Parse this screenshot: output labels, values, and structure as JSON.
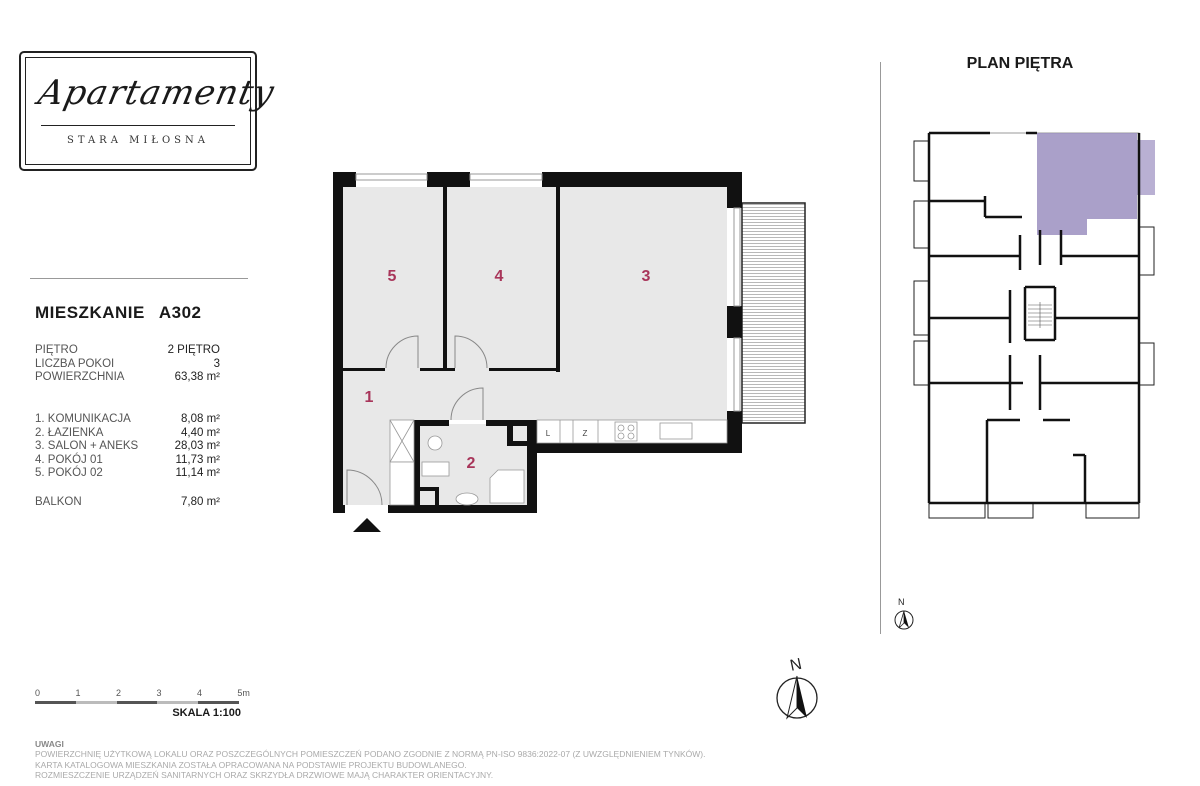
{
  "logo": {
    "script": "Apartamenty",
    "subtitle": "STARA MIŁOSNA"
  },
  "apartment": {
    "title_label": "MIESZKANIE",
    "title_code": "A302",
    "info": [
      {
        "label": "PIĘTRO",
        "value": "2 PIĘTRO"
      },
      {
        "label": "LICZBA POKOI",
        "value": "3"
      },
      {
        "label": "POWIERZCHNIA",
        "value": "63,38 m²"
      }
    ],
    "rooms": [
      {
        "label": "1. KOMUNIKACJA",
        "value": "8,08 m²"
      },
      {
        "label": "2. ŁAZIENKA",
        "value": "4,40 m²"
      },
      {
        "label": "3. SALON + ANEKS",
        "value": "28,03 m²"
      },
      {
        "label": "4. POKÓJ 01",
        "value": "11,73 m²"
      },
      {
        "label": "5. POKÓJ 02",
        "value": "11,14 m²"
      }
    ],
    "balcony": {
      "label": "BALKON",
      "value": "7,80 m²"
    }
  },
  "plan": {
    "room_numbers": [
      "1",
      "2",
      "3",
      "4",
      "5"
    ],
    "kitchen_labels": [
      "L",
      "Z"
    ],
    "north": "N"
  },
  "scale": {
    "ticks": [
      "0",
      "1",
      "2",
      "3",
      "4",
      "5m"
    ],
    "label": "SKALA 1:100"
  },
  "notes": {
    "heading": "UWAGI",
    "lines": [
      "POWIERZCHNIĘ UŻYTKOWĄ LOKALU ORAZ POSZCZEGÓLNYCH POMIESZCZEŃ PODANO ZGODNIE Z NORMĄ PN-ISO 9836:2022-07 (Z UWZGLĘDNIENIEM TYNKÓW).",
      "KARTA KATALOGOWA MIESZKANIA ZOSTAŁA OPRACOWANA NA PODSTAWIE PROJEKTU BUDOWLANEGO.",
      "ROZMIESZCZENIE URZĄDZEŃ SANITARNYCH ORAZ SKRZYDŁA DRZWIOWE MAJĄ CHARAKTER ORIENTACYJNY."
    ]
  },
  "floor_plan": {
    "title": "PLAN PIĘTRA",
    "north": "N",
    "highlight_color": "#9b8fc0"
  },
  "colors": {
    "room_number": "#a8355a",
    "room_fill": "#e8e8e8",
    "wall": "#111111"
  }
}
